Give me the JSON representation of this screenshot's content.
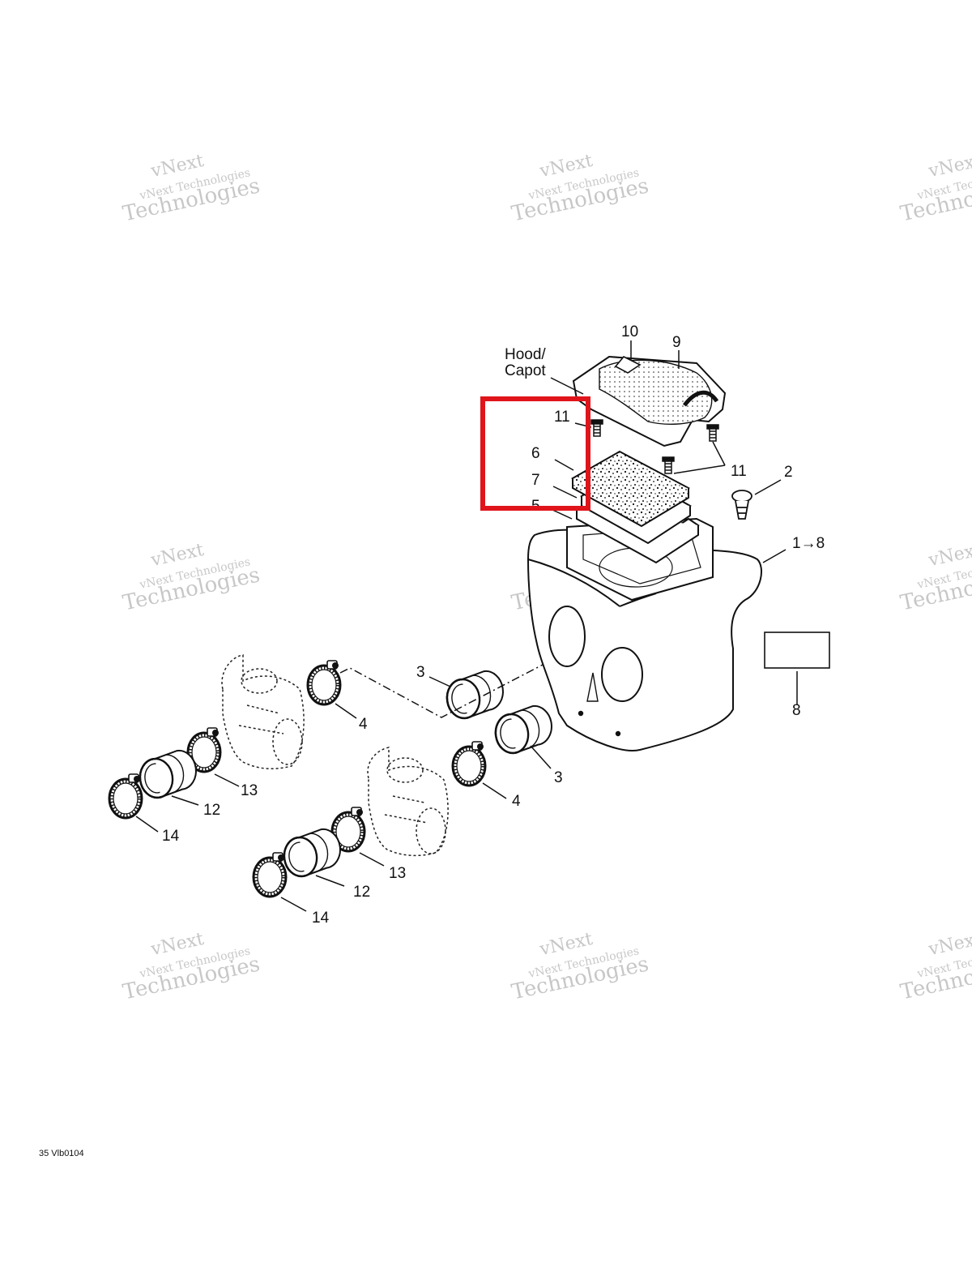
{
  "watermark": {
    "line1": "vNext",
    "line2": "vNext Technologies",
    "line3": "Technologies"
  },
  "labels": {
    "hood": [
      "Hood/",
      "Capot"
    ],
    "c10": "10",
    "c9": "9",
    "c11a": "11",
    "c6": "6",
    "c7": "7",
    "c5": "5",
    "c11b": "11",
    "c2": "2",
    "c1to8": "1→8",
    "c8": "8",
    "c3a": "3",
    "c3b": "3",
    "c4a": "4",
    "c4b": "4",
    "c13a": "13",
    "c13b": "13",
    "c12a": "12",
    "c12b": "12",
    "c14a": "14",
    "c14b": "14"
  },
  "figure_code": "35 Vlb0104",
  "colors": {
    "highlight": "#e0151b",
    "line": "#111111"
  }
}
